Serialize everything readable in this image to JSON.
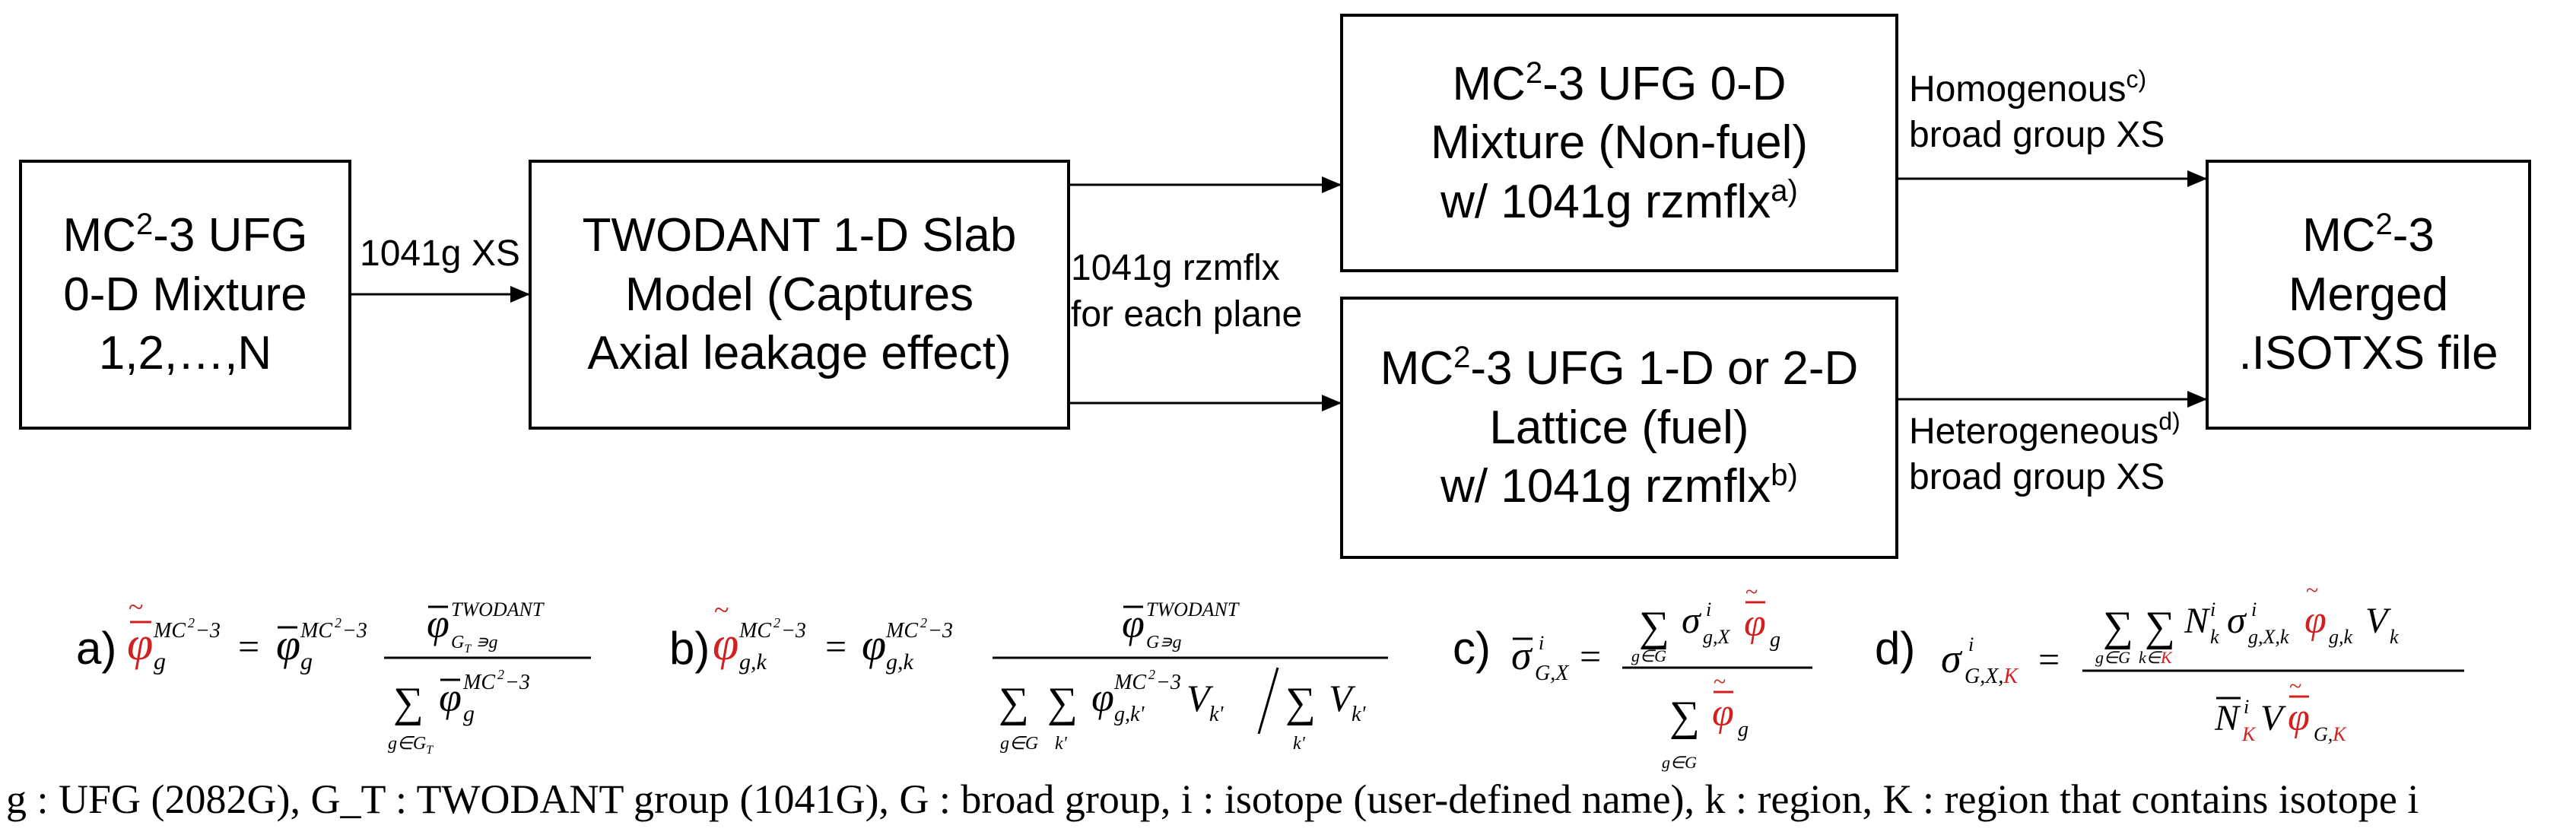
{
  "boxes": {
    "mixture": {
      "line1a": "MC",
      "line1sup": "2",
      "line1b": "-3 UFG",
      "line2": "0-D Mixture",
      "line3": "1,2,…,N"
    },
    "twodant": {
      "line1": "TWODANT 1-D Slab",
      "line2": "Model (Captures",
      "line3": "Axial leakage effect)"
    },
    "nonfuel": {
      "line1a": "MC",
      "line1sup": "2",
      "line1b": "-3 UFG 0-D",
      "line2": "Mixture (Non-fuel)",
      "line3": "w/ 1041g rzmflx",
      "line3sup": "a)"
    },
    "lattice": {
      "line1a": "MC",
      "line1sup": "2",
      "line1b": "-3 UFG 1-D or 2-D",
      "line2": "Lattice (fuel)",
      "line3": "w/ 1041g rzmflx",
      "line3sup": "b)"
    },
    "merged": {
      "line1a": "MC",
      "line1sup": "2",
      "line1b": "-3",
      "line2": "Merged",
      "line3": ".ISOTXS file"
    }
  },
  "labels": {
    "xs1041": "1041g XS",
    "rzmflx_line1": "1041g rzmflx",
    "rzmflx_line2": "for each plane",
    "homog_line1": "Homogenous",
    "homog_sup": "c)",
    "homog_line2": "broad group XS",
    "hetero_line1": "Heterogeneous",
    "hetero_sup": "d)",
    "hetero_line2": "broad group XS"
  },
  "formulas": {
    "a_label": "a)",
    "b_label": "b)",
    "c_label": "c)",
    "d_label": "d)"
  },
  "legend": {
    "text": "g : UFG (2082G), G_T : TWODANT group (1041G), G : broad group, i : isotope (user-defined name), k : region, K : region that contains isotope i"
  },
  "colors": {
    "highlight": "#d22020",
    "line": "#000000"
  }
}
